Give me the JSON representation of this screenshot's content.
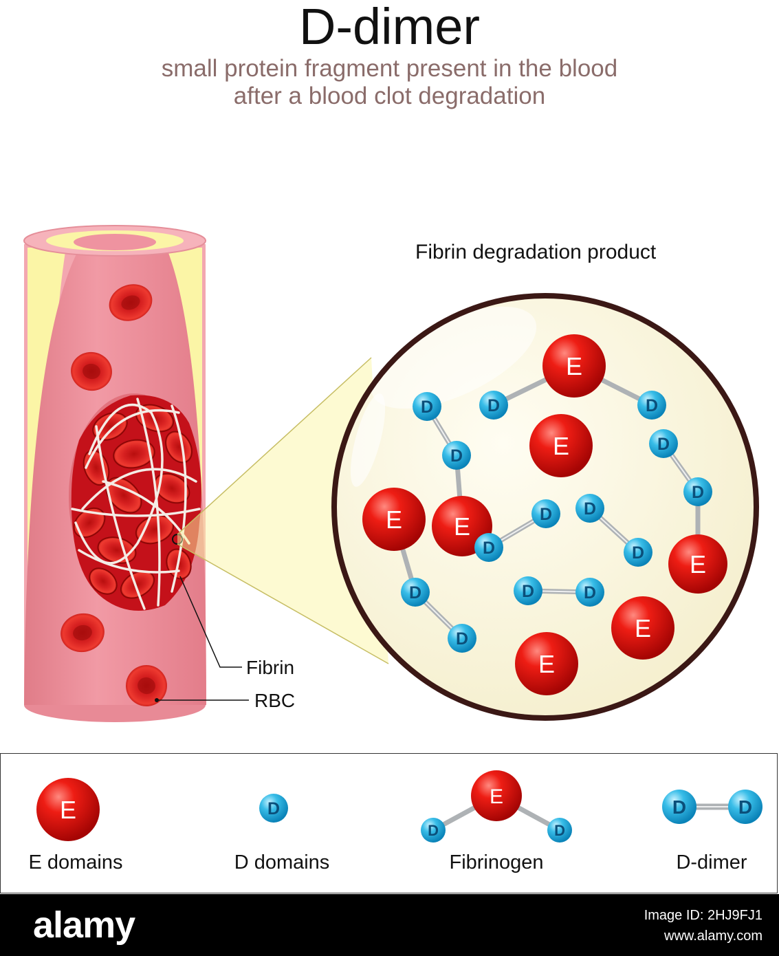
{
  "title": "D-dimer",
  "subtitle_line1": "small protein fragment present in the blood",
  "subtitle_line2": "after a blood clot degradation",
  "section_label": "Fibrin degradation product",
  "callouts": {
    "fibrin": "Fibrin",
    "rbc": "RBC"
  },
  "molecule_labels": {
    "e": "E",
    "d": "D"
  },
  "legend": {
    "e_domains": "E domains",
    "d_domains": "D domains",
    "fibrinogen": "Fibrinogen",
    "d_dimer": "D-dimer"
  },
  "footer": {
    "brand": "alamy",
    "image_id": "Image ID: 2HJ9FJ1",
    "url": "www.alamy.com"
  },
  "colors": {
    "e_domain": "#e3140f",
    "d_domain": "#2fb5e3",
    "vessel": "#ec8b97",
    "vessel_fat": "#fbf5a6",
    "zoom_bg": "#fbf7e3",
    "zoom_border": "#3b1815"
  }
}
